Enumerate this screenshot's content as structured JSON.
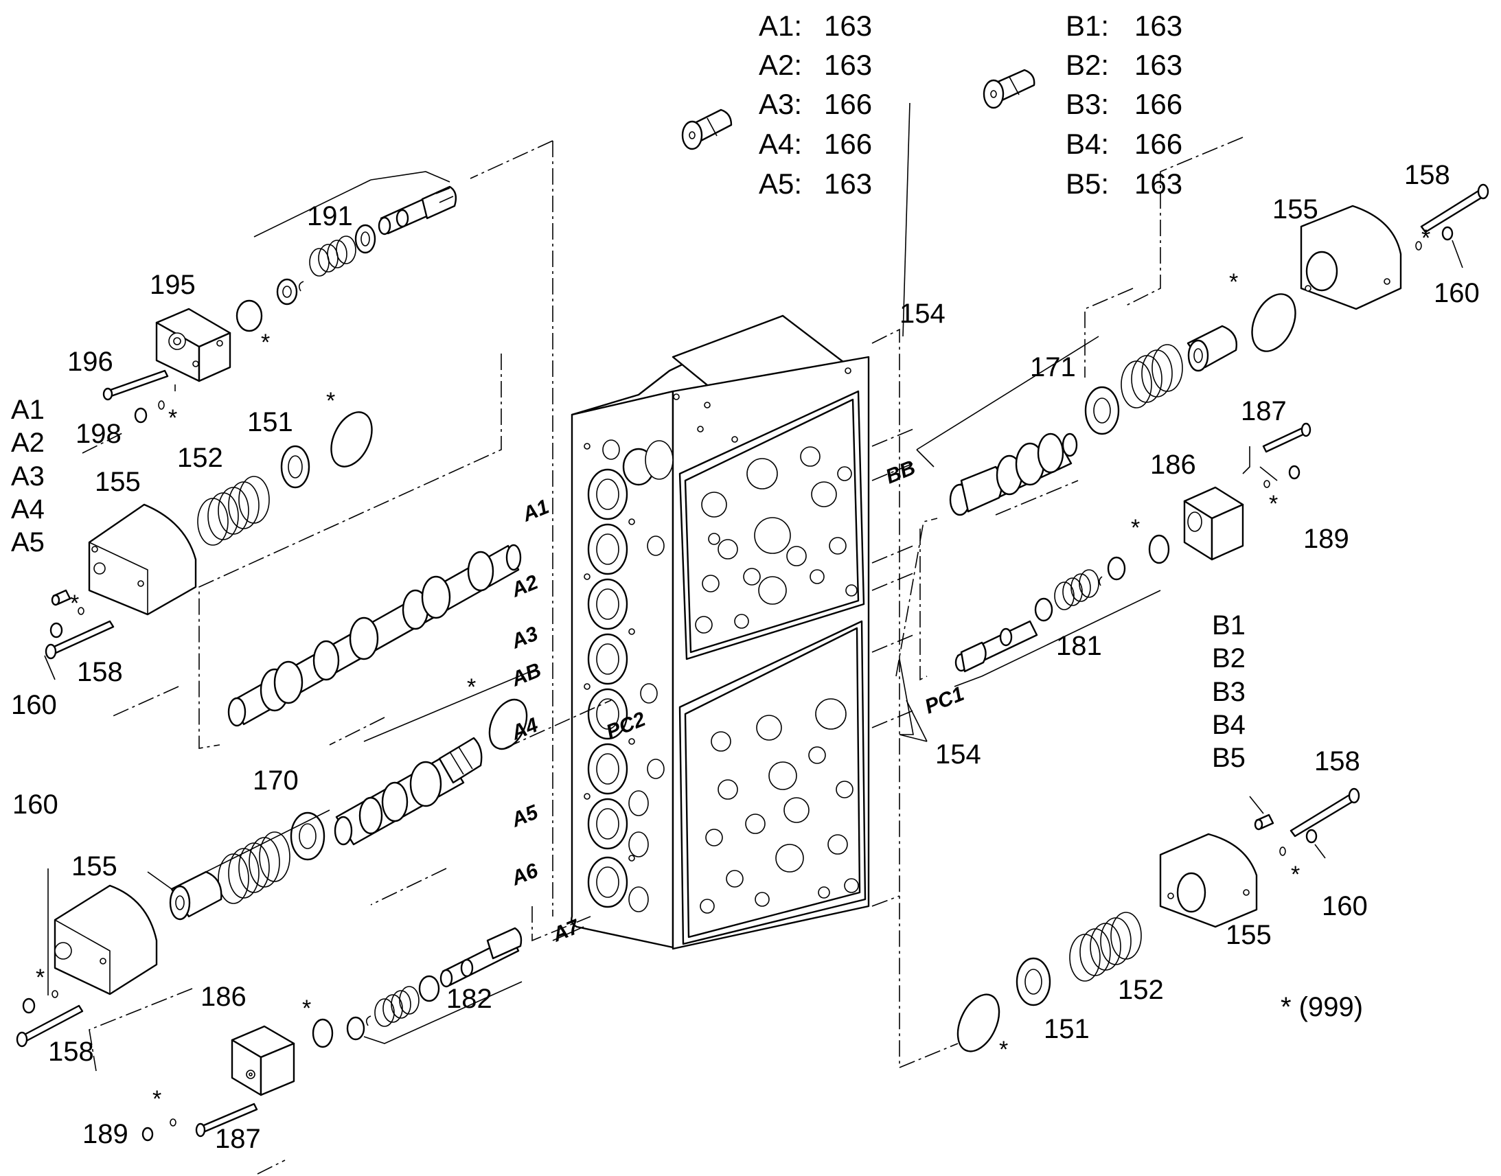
{
  "table_a": [
    {
      "code": "A1:",
      "value": "163"
    },
    {
      "code": "A2:",
      "value": "163"
    },
    {
      "code": "A3:",
      "value": "166"
    },
    {
      "code": "A4:",
      "value": "166"
    },
    {
      "code": "A5:",
      "value": "163"
    }
  ],
  "table_b": [
    {
      "code": "B1:",
      "value": "163"
    },
    {
      "code": "B2:",
      "value": "163"
    },
    {
      "code": "B3:",
      "value": "166"
    },
    {
      "code": "B4:",
      "value": "166"
    },
    {
      "code": "B5:",
      "value": "163"
    }
  ],
  "left_group": [
    "A1",
    "A2",
    "A3",
    "A4",
    "A5"
  ],
  "right_group": [
    "B1",
    "B2",
    "B3",
    "B4",
    "B5"
  ],
  "ports": {
    "a1": "A1",
    "a2": "A2",
    "a3": "A3",
    "ab": "AB",
    "a4": "A4",
    "a5": "A5",
    "a6": "A6",
    "a7": "A7",
    "pc2": "PC2",
    "bb": "BB",
    "pc1": "PC1"
  },
  "labels": {
    "p191": "191",
    "p195": "195",
    "p196": "196",
    "p198": "198",
    "p151_left": "151",
    "p152_left": "152",
    "p155_left_top": "155",
    "p158_left_top": "158",
    "p160_left_top": "160",
    "p170": "170",
    "p160_left_bottom": "160",
    "p155_left_bottom": "155",
    "p158_left_bottom": "158",
    "p186_bottom": "186",
    "p182": "182",
    "p189_bottom": "189",
    "p187_bottom": "187",
    "p154_top": "154",
    "p154_bottom": "154",
    "p158_right_top": "158",
    "p155_right_top": "155",
    "p160_right_top": "160",
    "p171": "171",
    "p187_right": "187",
    "p186_right": "186",
    "p189_right": "189",
    "p181": "181",
    "p158_right_bottom": "158",
    "p160_right_bottom": "160",
    "p155_right_bottom": "155",
    "p152_right": "152",
    "p151_right": "151"
  },
  "asterisk": "*",
  "footnote": "* (999)"
}
